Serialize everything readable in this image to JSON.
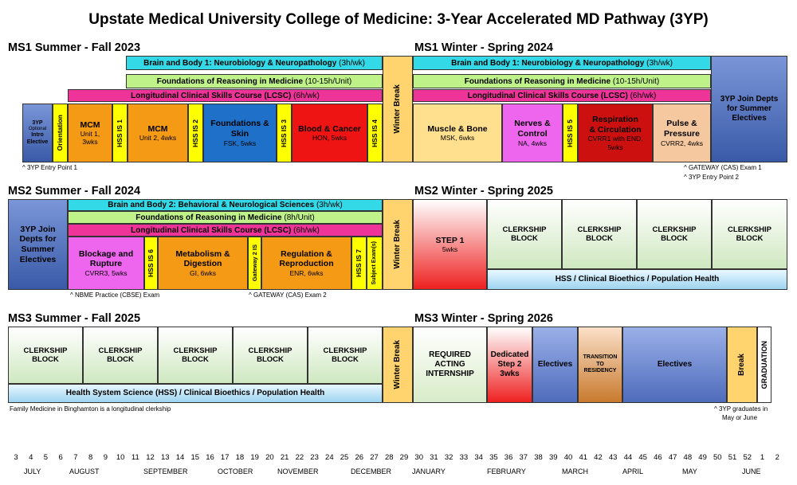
{
  "title": "Upstate Medical University College of Medicine:  3-Year Accelerated MD Pathway (3YP)",
  "sections": {
    "ms1_summer": "MS1 Summer - Fall 2023",
    "ms1_winter": "MS1 Winter - Spring 2024",
    "ms2_summer": "MS2 Summer - Fall 2024",
    "ms2_winter": "MS2 Winter - Spring 2025",
    "ms3_summer": "MS3 Summer - Fall 2025",
    "ms3_winter": "MS3 Winter - Spring 2026"
  },
  "row1": {
    "bb1": "Brain and Body 1: Neurobiology & Neuropathology",
    "bb1_hours": "(3h/wk)",
    "for_main": "Foundations of Reasoning in Medicine",
    "for_hours": "(10-15h/Unit)",
    "lcsc_main": "Longitudinal Clinical Skills Course (LCSC)",
    "lcsc_hours": "(6h/wk)",
    "intro": {
      "a": "3YP",
      "b": "Optional",
      "c": "Intro",
      "d": "Elective"
    },
    "orientation": "Orientation",
    "mcm1": {
      "name": "MCM",
      "sub1": "Unit 1,",
      "sub2": "3wks"
    },
    "is1": "HSS IS 1",
    "mcm2": {
      "name": "MCM",
      "sub": "Unit 2, 4wks"
    },
    "is2": "HSS IS 2",
    "fsk": {
      "name1": "Foundations &",
      "name2": "Skin",
      "sub": "FSK, 5wks"
    },
    "is3": "HSS IS 3",
    "hon": {
      "name": "Blood & Cancer",
      "sub": "HON, 5wks"
    },
    "is4": "HSS IS 4",
    "winter": "Winter Break",
    "msk": {
      "name": "Muscle & Bone",
      "sub": "MSK, 6wks"
    },
    "na": {
      "name1": "Nerves &",
      "name2": "Control",
      "sub": "NA, 4wks"
    },
    "is5": "HSS IS 5",
    "cvrr1": {
      "name1": "Respiration",
      "name2": "& Circulation",
      "sub1": "CVRR1 with END,",
      "sub2": "5wks"
    },
    "cvrr2": {
      "name1": "Pulse &",
      "name2": "Pressure",
      "sub": "CVRR2, 4wks"
    },
    "join": "3YP Join Depts for Summer Electives",
    "note_entry1": "^ 3YP Entry Point 1",
    "note_gateway1": "^ GATEWAY (CAS) Exam 1",
    "note_entry2": "^ 3YP Entry Point 2"
  },
  "row2": {
    "join": "3YP Join Depts for Summer Electives",
    "bb2": "Brain and Body 2:  Behavioral & Neurological Sciences",
    "bb2_hours": "(3h/wk)",
    "for_main": "Foundations of Reasoning in Medicine",
    "for_hours": "(8h/Unit)",
    "lcsc_main": "Longitudinal Clinical Skills Course (LCSC)",
    "lcsc_hours": "(6h/wk)",
    "cvrr3": {
      "name1": "Blockage and",
      "name2": "Rupture",
      "sub": "CVRR3, 5wks"
    },
    "is6": "HSS IS 6",
    "gi": {
      "name1": "Metabolism &",
      "name2": "Digestion",
      "sub": "GI, 6wks"
    },
    "gateway2": "Gateway 2 IS",
    "enr": {
      "name1": "Regulation &",
      "name2": "Reproduction",
      "sub": "ENR, 6wks"
    },
    "is7": "HSS IS 7",
    "subject": "Subject Exam(s)",
    "winter": "Winter Break",
    "step1": {
      "name": "STEP 1",
      "sub": "5wks"
    },
    "clerkship": [
      "CLERKSHIP BLOCK",
      "CLERKSHIP BLOCK",
      "CLERKSHIP BLOCK",
      "CLERKSHIP BLOCK"
    ],
    "hss": "HSS / Clinical Bioethics / Population Health",
    "note_nbme": "^ NBME Practice (CBSE) Exam",
    "note_gateway2": "^ GATEWAY (CAS) Exam 2"
  },
  "row3": {
    "clerkship": [
      "CLERKSHIP BLOCK",
      "CLERKSHIP BLOCK",
      "CLERKSHIP BLOCK",
      "CLERKSHIP BLOCK",
      "CLERKSHIP BLOCK"
    ],
    "hss": "Health System Science (HSS) / Clinical Bioethics / Population Health",
    "winter": "Winter Break",
    "acting": "REQUIRED ACTING INTERNSHIP",
    "dedicated": "Dedicated Step 2 3wks",
    "electives1": "Electives",
    "transition": "TRANSITION TO RESIDENCY",
    "electives2": "Electives",
    "break": "Break",
    "graduation": "GRADUATION",
    "note_fm": "Family Medicine in Binghamton is a longitudinal clerkship",
    "note_grad1": "^ 3YP graduates in",
    "note_grad2": "May or June"
  },
  "timeline": {
    "weeks": [
      "3",
      "4",
      "5",
      "6",
      "7",
      "8",
      "9",
      "10",
      "11",
      "12",
      "13",
      "14",
      "15",
      "16",
      "17",
      "18",
      "19",
      "20",
      "21",
      "22",
      "23",
      "24",
      "25",
      "26",
      "27",
      "28",
      "29",
      "30",
      "31",
      "32",
      "33",
      "34",
      "35",
      "36",
      "37",
      "38",
      "39",
      "40",
      "41",
      "42",
      "43",
      "44",
      "45",
      "46",
      "47",
      "48",
      "49",
      "50",
      "51",
      "52",
      "1",
      "2"
    ],
    "months": [
      "JULY",
      "AUGUST",
      "SEPTEMBER",
      "OCTOBER",
      "NOVEMBER",
      "DECEMBER",
      "JANUARY",
      "FEBRUARY",
      "MARCH",
      "APRIL",
      "MAY",
      "JUNE"
    ]
  },
  "colors": {
    "cyan": "#33d9e6",
    "green": "#bff38a",
    "pink": "#ee3399",
    "yellow": "#ffff00",
    "orange": "#f59a14",
    "blue": "#1e70c8",
    "red": "#ee1414",
    "navy": "#5570b8"
  }
}
